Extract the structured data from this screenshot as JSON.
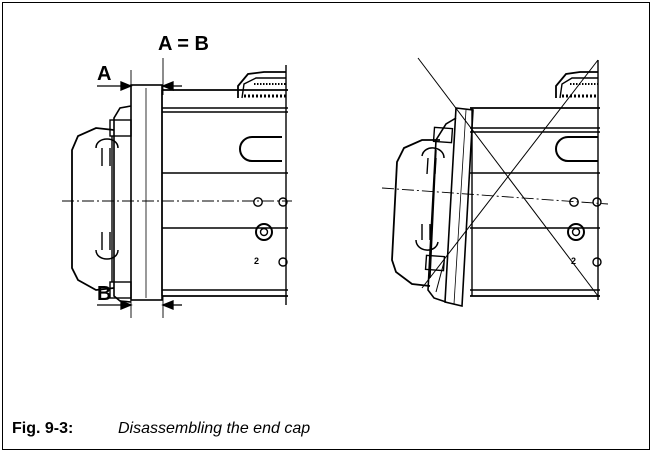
{
  "labels": {
    "equation": "A = B",
    "a": "A",
    "b": "B",
    "hole_number_left": "2",
    "hole_number_right": "2"
  },
  "caption": {
    "number": "Fig. 9-3:",
    "text": "Disassembling the end cap"
  }
}
